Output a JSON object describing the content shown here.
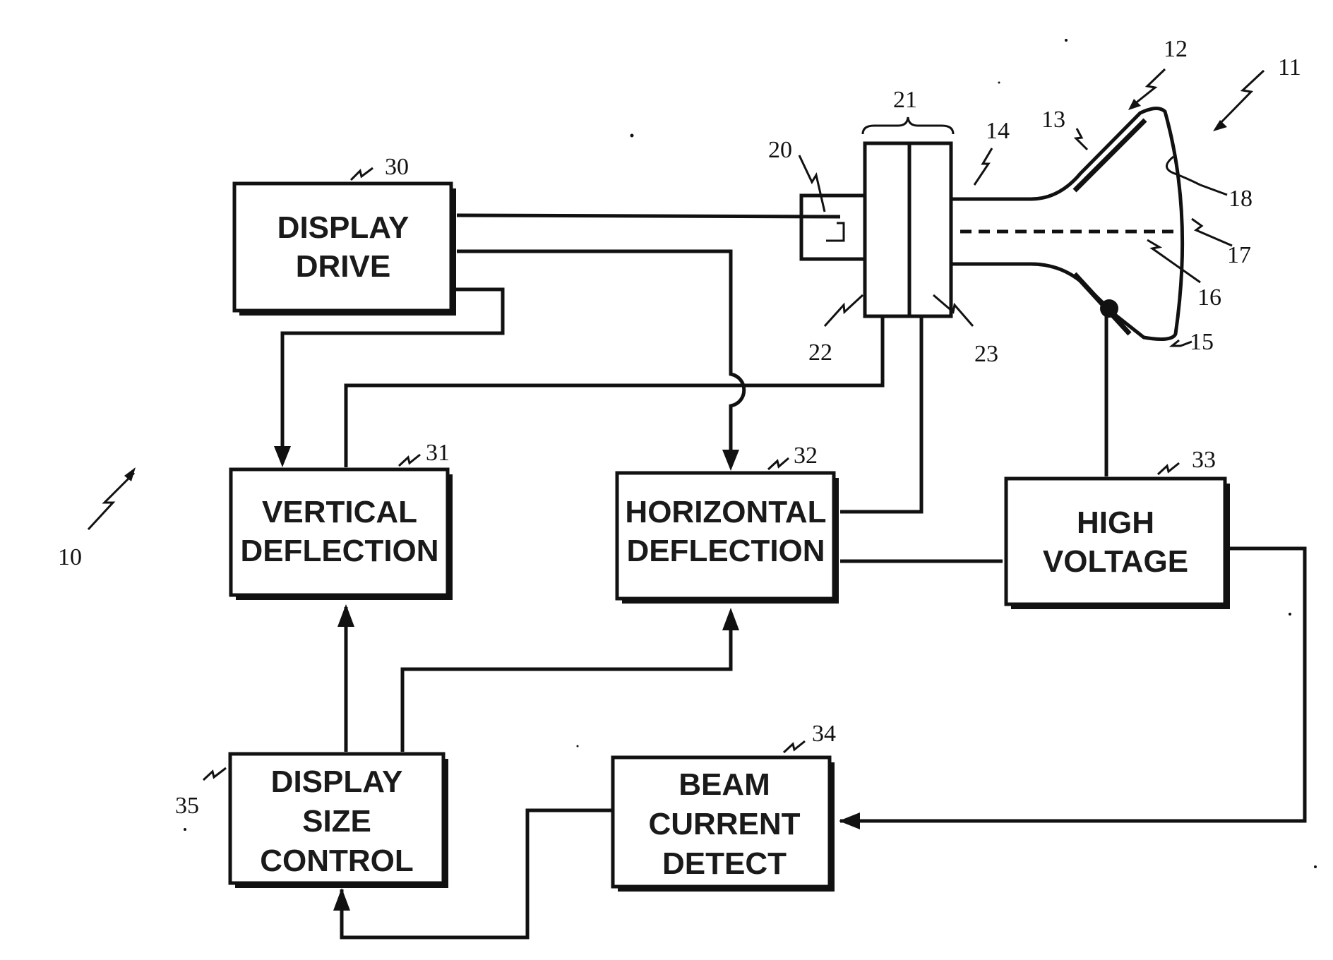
{
  "blocks": {
    "display_drive": {
      "lines": [
        "DISPLAY",
        "DRIVE"
      ],
      "ref": "30"
    },
    "vertical_deflection": {
      "lines": [
        "VERTICAL",
        "DEFLECTION"
      ],
      "ref": "31"
    },
    "horizontal_deflection": {
      "lines": [
        "HORIZONTAL",
        "DEFLECTION"
      ],
      "ref": "32"
    },
    "high_voltage": {
      "lines": [
        "HIGH",
        "VOLTAGE"
      ],
      "ref": "33"
    },
    "beam_current_detect": {
      "lines": [
        "BEAM",
        "CURRENT",
        "DETECT"
      ],
      "ref": "34"
    },
    "display_size_control": {
      "lines": [
        "DISPLAY",
        "SIZE",
        "CONTROL"
      ],
      "ref": "35"
    }
  },
  "crt_refs": {
    "system": "10",
    "crt": "11",
    "r12": "12",
    "r13": "13",
    "r14": "14",
    "r15": "15",
    "r16": "16",
    "r17": "17",
    "r18": "18",
    "r20": "20",
    "r21": "21",
    "r22": "22",
    "r23": "23"
  }
}
